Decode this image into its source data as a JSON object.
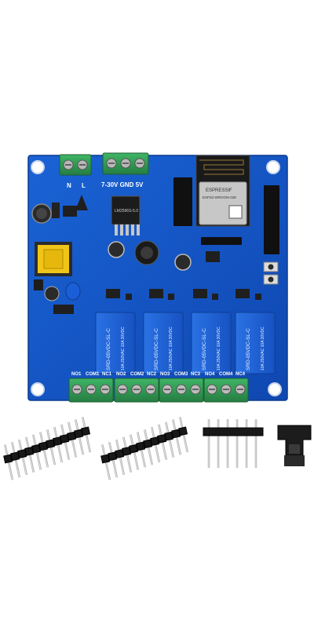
{
  "board": {
    "power_terminal_labels": [
      "N",
      "L"
    ],
    "dc_input_label": "7-30V GND 5V",
    "module_brand": "ESPRESSIF",
    "module_model": "ESP32-WROOM-32E",
    "regulator_marking": "LM2596S-5.0",
    "relays": [
      {
        "model": "SRD-05VDC-SL-C",
        "rating": "10A 250VAC 10A 30VDC"
      },
      {
        "model": "SRD-05VDC-SL-C",
        "rating": "10A 250VAC 10A 30VDC"
      },
      {
        "model": "SRD-05VDC-SL-C",
        "rating": "10A 250VAC 10A 30VDC"
      },
      {
        "model": "SRD-05VDC-SL-C",
        "rating": "10A 250VAC 10A 30VDC"
      }
    ],
    "relay_terminal_labels": [
      "NO1",
      "COM1",
      "NC1",
      "NO2",
      "COM2",
      "NC2",
      "NO3",
      "COM3",
      "NC3",
      "NO4",
      "COM4",
      "NC4"
    ],
    "board_color": "#1457c9",
    "relay_color": "#1d64d8",
    "terminal_color": "#2e9a52"
  },
  "accessories": [
    {
      "name": "male-pin-header-strip"
    },
    {
      "name": "male-pin-header-strip"
    },
    {
      "name": "right-angle-pin-header"
    },
    {
      "name": "jumper-cap"
    }
  ]
}
